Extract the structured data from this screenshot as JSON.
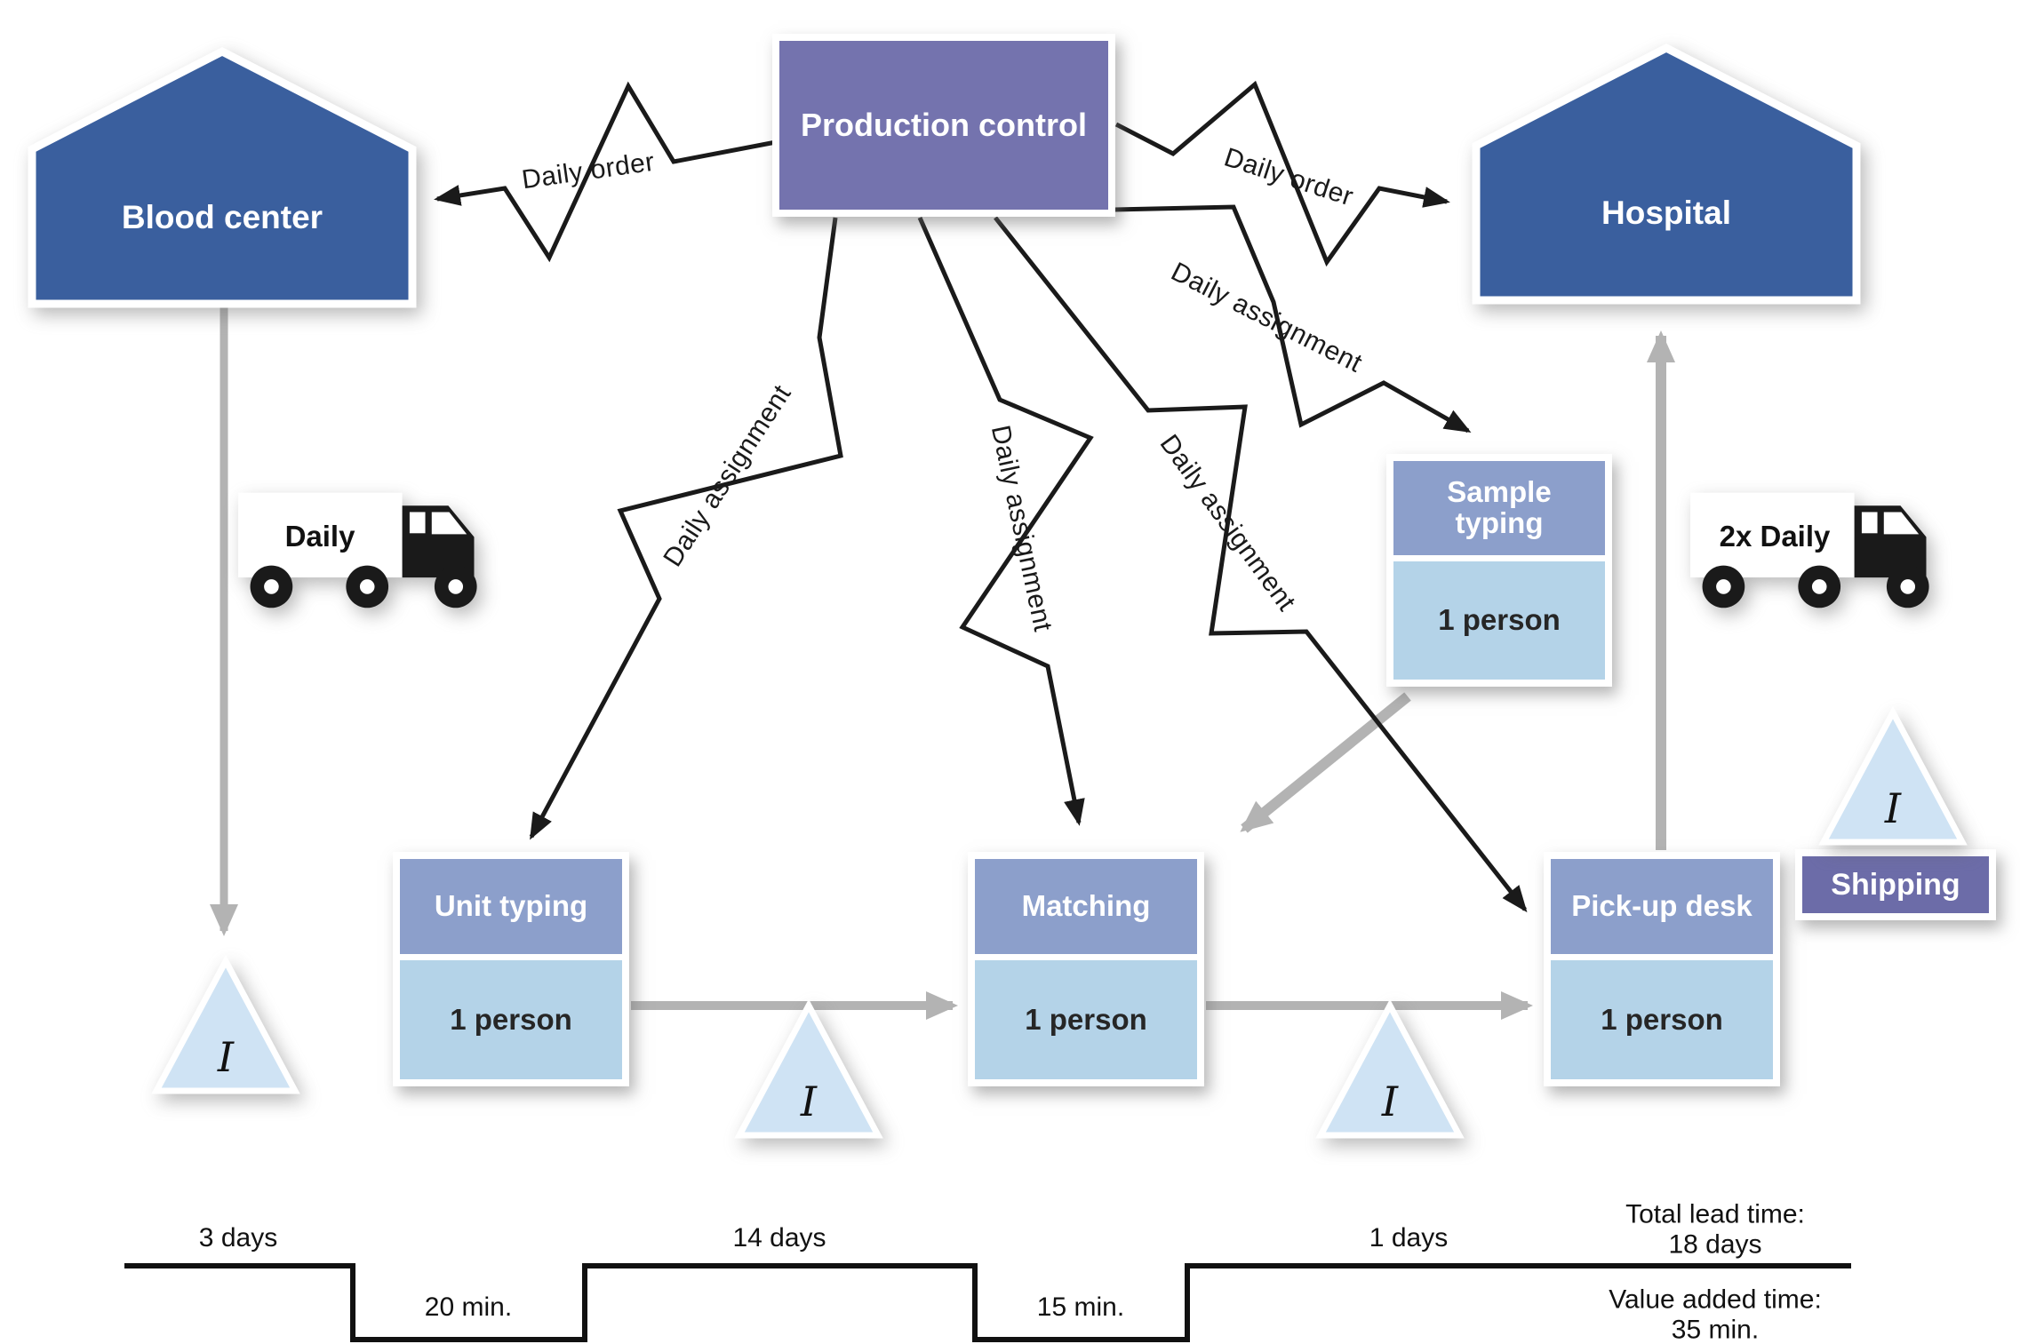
{
  "palette": {
    "house_blue": "#3A5F9E",
    "control_purple": "#7473AE",
    "shipping_purple": "#6C6CA8",
    "process_header_blue": "#8C9FCB",
    "process_body_blue": "#B4D3E8",
    "inventory_triangle_blue": "#CFE3F4",
    "material_flow_gray": "#B3B3B3",
    "ink_black": "#1A1A1A"
  },
  "nodes": {
    "blood_center": {
      "label": "Blood center"
    },
    "production_control": {
      "label": "Production control"
    },
    "hospital": {
      "label": "Hospital"
    },
    "sample_typing": {
      "title": "Sample typing",
      "staff": "1 person"
    },
    "unit_typing": {
      "title": "Unit typing",
      "staff": "1 person"
    },
    "matching": {
      "title": "Matching",
      "staff": "1 person"
    },
    "pickup_desk": {
      "title": "Pick-up desk",
      "staff": "1 person"
    },
    "shipping": {
      "label": "Shipping"
    }
  },
  "transport": {
    "blood_center_truck": "Daily",
    "hospital_truck": "2x Daily"
  },
  "inventory": {
    "symbol": "I"
  },
  "info_flows": {
    "daily_order": "Daily order",
    "daily_assignment": "Daily assignment"
  },
  "timeline": {
    "segments": [
      {
        "label": "3 days"
      },
      {
        "label": "20 min."
      },
      {
        "label": "14 days"
      },
      {
        "label": "15 min."
      },
      {
        "label": "1 days"
      }
    ],
    "total_lead_time_label": "Total lead time:",
    "total_lead_time_value": "18 days",
    "value_added_time_label": "Value added time:",
    "value_added_time_value": "35 min."
  }
}
